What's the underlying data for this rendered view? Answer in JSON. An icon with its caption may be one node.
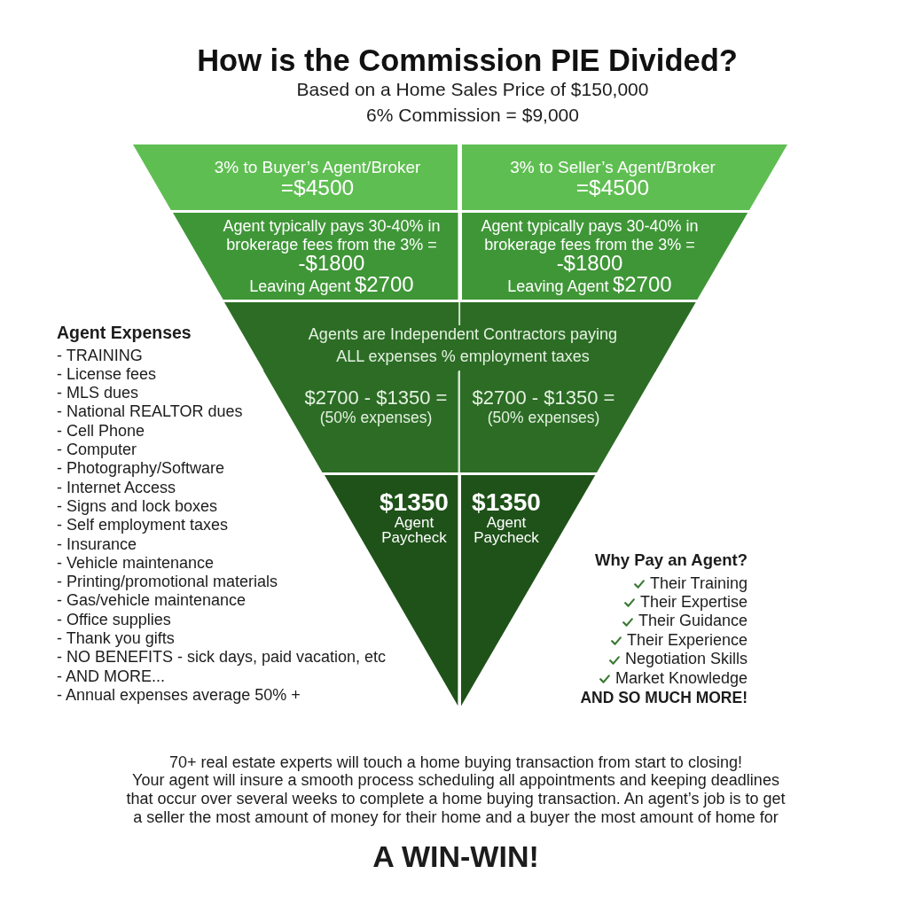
{
  "diagram": {
    "title": "How is the Commission PIE Divided?",
    "nodes": [
      {
        "text": [
          "3% to Buyer’s Agent/Broker",
          "=$4500"
        ]
      },
      {
        "text": [
          "3% to Seller’s Agent/Broker",
          "=$4500"
        ]
      },
      {
        "text": [
          "Agent typically pays 30-40% in brokerage fees from the 3% =",
          "-$1800",
          "Leaving Agent",
          "$2700"
        ]
      },
      {
        "text": [
          "Agent typically pays 30-40% in brokerage fees from the 3% =",
          "-$1800",
          "Leaving Agent",
          "$2700"
        ]
      },
      {
        "text": [
          "Agents are Independent Contractors paying ALL expenses % employment taxes"
        ]
      },
      {
        "text": [
          "$2700 - $1350 =",
          "(50% expenses)"
        ],
        "in": 4
      },
      {
        "text": [
          "$2700 - $1350 =",
          "(50% expenses)"
        ],
        "in": 4
      },
      {
        "text": [
          "$1350",
          "Agent Paycheck"
        ]
      },
      {
        "text": [
          "$1350",
          "Agent Paycheck"
        ]
      }
    ],
    "labels": [
      "Based on a Home Sales Price of $150,000",
      "6% Commission = $9,000",
      "Agent Expenses",
      "- TRAINING",
      "- License fees",
      "- MLS dues",
      "- National REALTOR dues",
      "- Cell Phone",
      "- Computer",
      "- Photography/Software",
      "- Internet Access",
      "- Signs and lock boxes",
      "- Self employment taxes",
      "- Insurance",
      "- Vehicle maintenance",
      "- Printing/promotional materials",
      "- Gas/vehicle maintenance",
      "- Office supplies",
      "- Thank you gifts",
      "- NO BENEFITS - sick days, paid vacation, etc",
      "- AND MORE...",
      "- Annual expenses average 50% +",
      "Why Pay an Agent?",
      "Their Training",
      "Their Expertise",
      "Their Guidance",
      "Their Experience",
      "Negotiation Skills",
      "Market Knowledge",
      "AND SO MUCH MORE!",
      "70+ real estate experts will touch a home buying transaction from start to closing!",
      "Your agent will insure a smooth process scheduling all appointments and keeping deadlines that occur over several weeks to complete a home buying transaction. An agent’s job is to get a seller the most amount of money for their home and a buyer the most amount of home for",
      "A WIN-WIN!"
    ]
  }
}
